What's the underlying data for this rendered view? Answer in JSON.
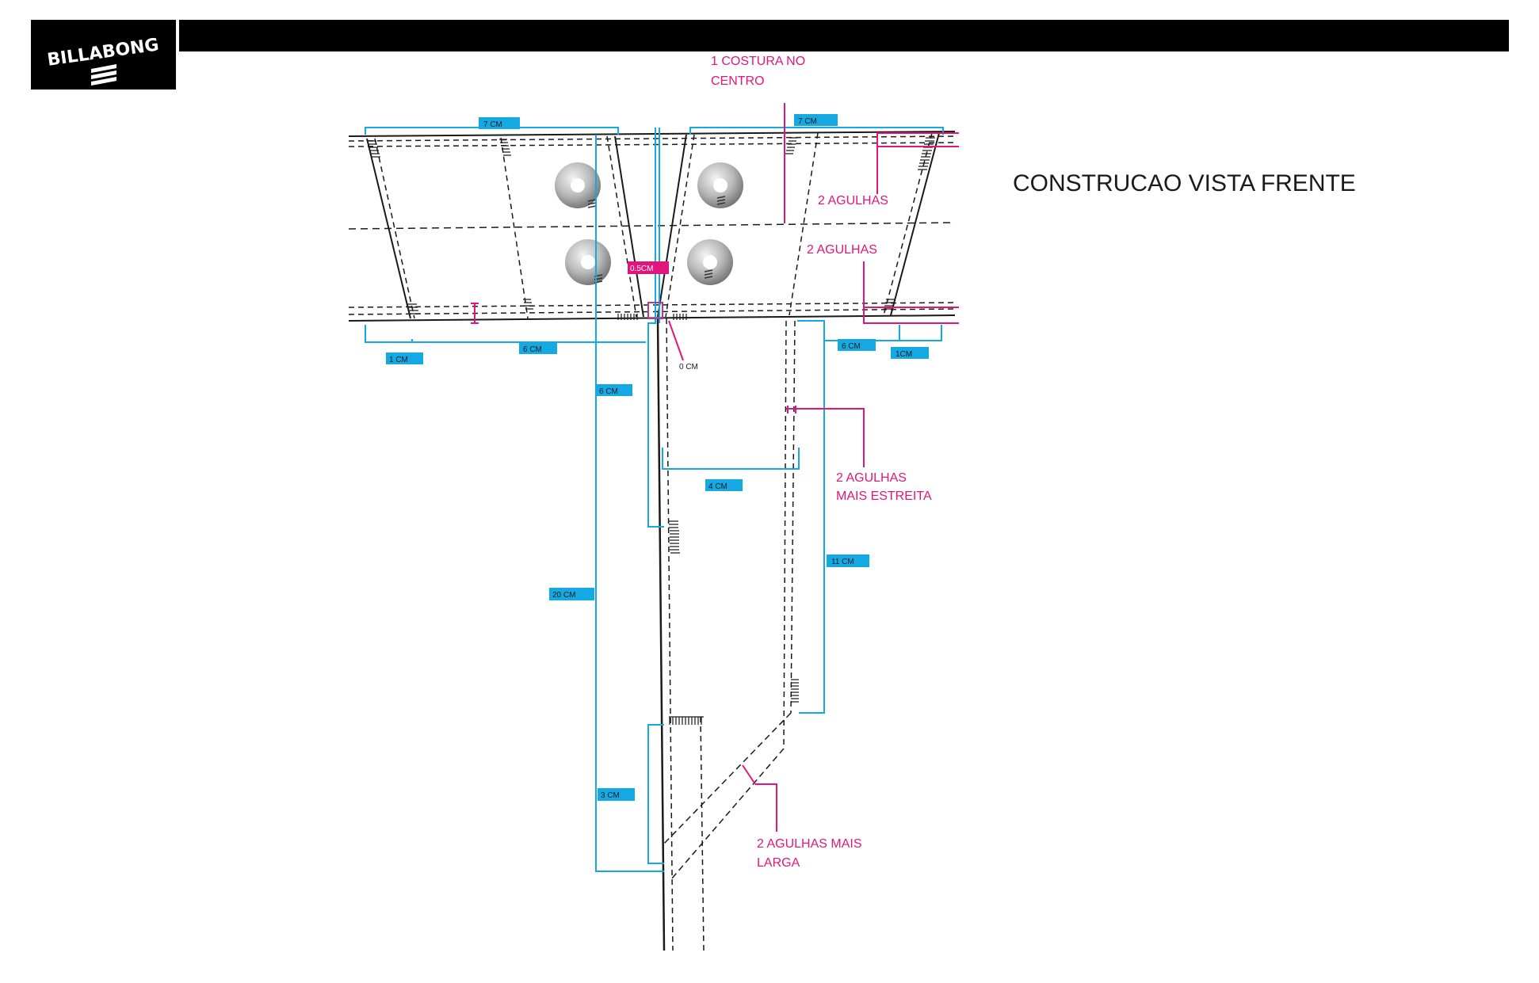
{
  "brand": {
    "logo_text": "BILLABONG"
  },
  "title": "CONSTRUCAO VISTA FRENTE",
  "colors": {
    "measure": "#14a9e3",
    "callout": "#e0167c",
    "line": "#1a1a1a",
    "bar": "#000000"
  },
  "callouts": {
    "center_seam": [
      "1 COSTURA  NO",
      "CENTRO"
    ],
    "two_needles_top": "2 AGULHAS",
    "two_needles_mid": "2 AGULHAS",
    "two_needles_narrow": [
      "2 AGULHAS",
      "MAIS ESTREITA"
    ],
    "two_needles_wide": [
      "2 AGULHAS MAIS",
      "LARGA"
    ]
  },
  "dimensions": {
    "top_left_7cm": "7 CM",
    "top_right_7cm": "7 CM",
    "bottom_left_1cm": "1 CM",
    "bottom_left_6cm": "6 CM",
    "bottom_right_6cm": "6 CM",
    "bottom_right_1cm": "1CM",
    "center_05cm": "0.5CM",
    "center_0cm": "0 CM",
    "fly_6cm": "6 CM",
    "fly_4cm": "4 CM",
    "fly_11cm": "11 CM",
    "fly_20cm": "20 CM",
    "fly_3cm": "3 CM"
  },
  "icons": [
    "rivet-icon",
    "rivet-icon",
    "rivet-icon",
    "rivet-icon"
  ]
}
